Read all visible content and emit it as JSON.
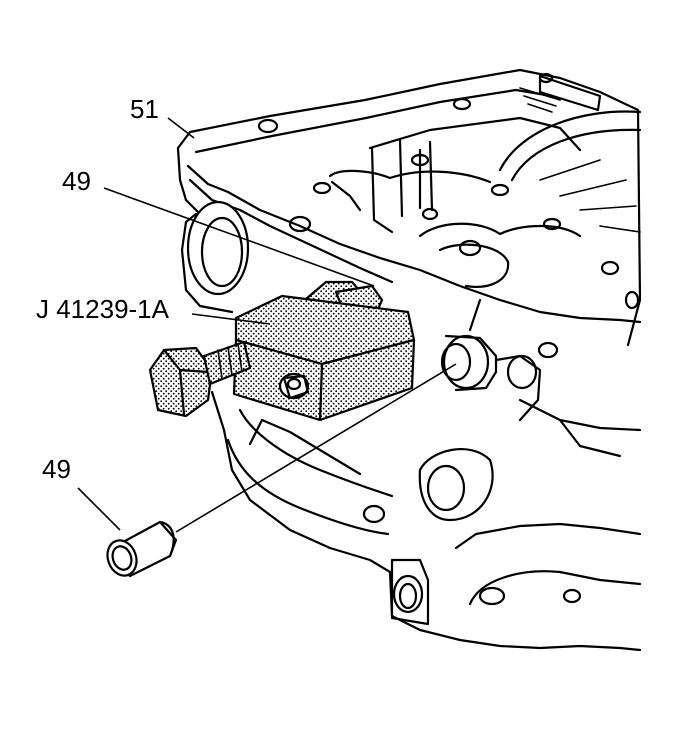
{
  "callouts": {
    "case": "51",
    "seal_upper": "49",
    "tool": "J 41239-1A",
    "seal_lower": "49"
  },
  "colors": {
    "line": "#000000",
    "tool_fill": "#dcdcdc",
    "background": "#ffffff"
  }
}
